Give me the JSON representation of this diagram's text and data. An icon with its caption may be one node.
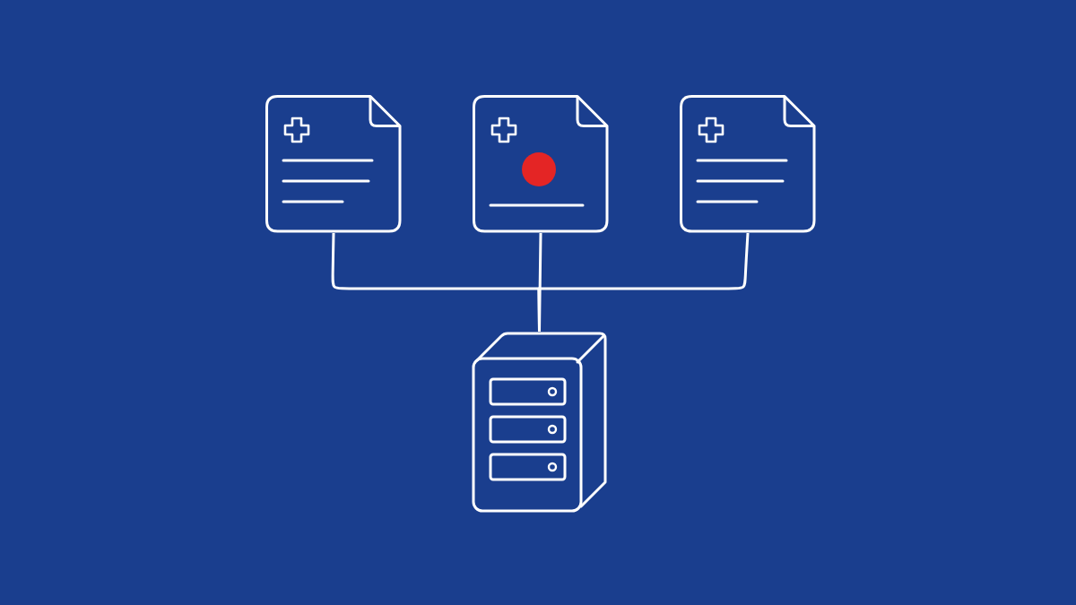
{
  "diagram": {
    "nodes": [
      {
        "text": [],
        "shape": "document"
      },
      {
        "text": [],
        "shape": "document"
      },
      {
        "text": [],
        "shape": "document"
      },
      {
        "text": [],
        "shape": "server"
      }
    ],
    "edges": [
      {
        "from": 0,
        "to": 3,
        "arrow": "none"
      },
      {
        "from": 1,
        "to": 3,
        "arrow": "none"
      },
      {
        "from": 2,
        "to": 3,
        "arrow": "none"
      }
    ]
  }
}
